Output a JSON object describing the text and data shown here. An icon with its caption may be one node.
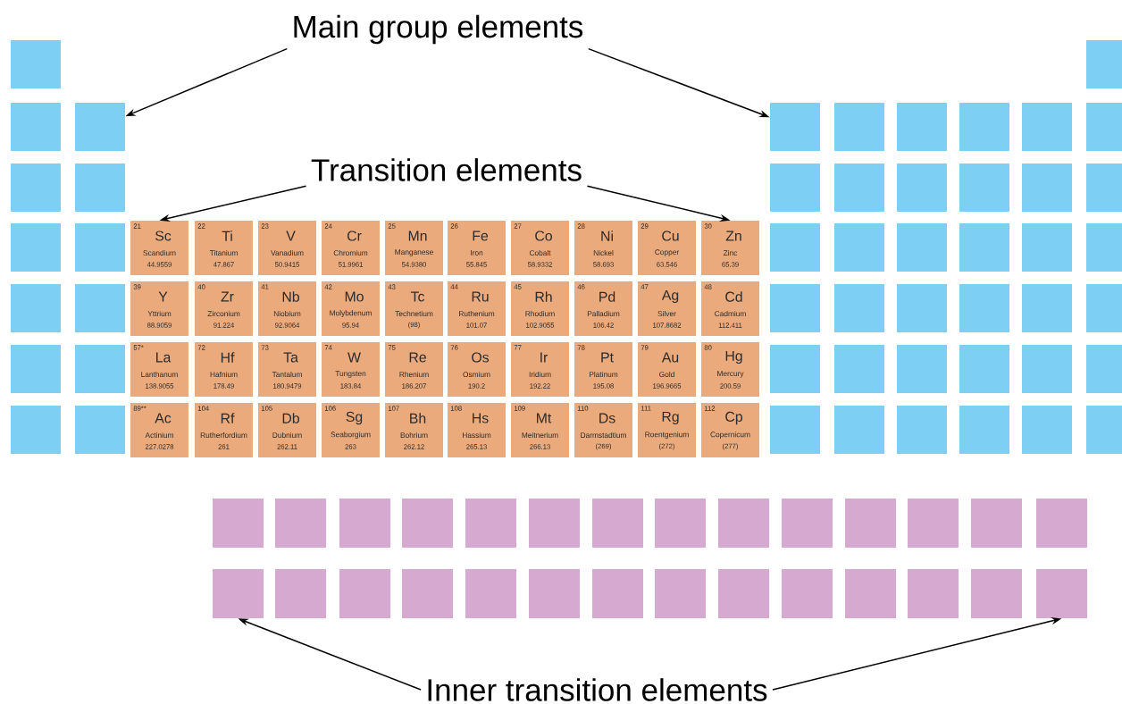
{
  "diagram": {
    "nodes": [
      {
        "text": [
          "Main group elements"
        ]
      },
      {
        "text": [
          "Transition elements"
        ]
      },
      {
        "text": [],
        "shape": "box"
      },
      {
        "text": [],
        "shape": "box"
      },
      {
        "text": [],
        "shape": "box"
      },
      {
        "text": [],
        "shape": "box"
      },
      {
        "text": [],
        "shape": "box"
      },
      {
        "text": [],
        "shape": "box"
      },
      {
        "text": [],
        "shape": "box"
      },
      {
        "text": [],
        "shape": "box"
      },
      {
        "text": [],
        "shape": "box"
      },
      {
        "text": [],
        "shape": "box"
      },
      {
        "text": [],
        "shape": "box"
      },
      {
        "text": [],
        "shape": "box"
      },
      {
        "text": [],
        "shape": "box"
      },
      {
        "text": [],
        "shape": "box"
      },
      {
        "text": [],
        "shape": "box"
      },
      {
        "text": [],
        "shape": "box"
      },
      {
        "text": [],
        "shape": "box"
      },
      {
        "text": [],
        "shape": "box"
      },
      {
        "text": [],
        "shape": "box"
      },
      {
        "text": [],
        "shape": "box"
      },
      {
        "text": [
          "21",
          "Sc",
          "Scandium",
          "44.9559"
        ]
      },
      {
        "text": [
          "22",
          "Ti",
          "Titanium",
          "47.867"
        ]
      },
      {
        "text": [
          "23",
          "V",
          "Vanadium",
          "50.9415"
        ]
      },
      {
        "text": [
          "24",
          "Cr",
          "Chromium",
          "51.9961"
        ]
      },
      {
        "text": [
          "25",
          "Mn",
          "Manganese",
          "54.9380"
        ]
      },
      {
        "text": [
          "26",
          "Fe",
          "Iron",
          "55.845"
        ]
      },
      {
        "text": [
          "27",
          "Co",
          "Cobalt",
          "58.9332"
        ]
      },
      {
        "text": [
          "28",
          "Ni",
          "Nickel",
          "58.693"
        ]
      },
      {
        "text": [
          "29",
          "Cu",
          "Copper",
          "63.546"
        ]
      },
      {
        "text": [
          "30",
          "Zn",
          "Zinc",
          "65.39"
        ]
      },
      {
        "text": [],
        "shape": "box"
      },
      {
        "text": [],
        "shape": "box"
      },
      {
        "text": [],
        "shape": "box"
      },
      {
        "text": [],
        "shape": "box"
      },
      {
        "text": [],
        "shape": "box"
      },
      {
        "text": [],
        "shape": "box"
      },
      {
        "text": [],
        "shape": "box"
      },
      {
        "text": [],
        "shape": "box"
      },
      {
        "text": [
          "39",
          "Y",
          "Yttrium",
          "88.9059"
        ]
      },
      {
        "text": [
          "40",
          "Zr",
          "Zirconium",
          "91.224"
        ]
      },
      {
        "text": [
          "41",
          "Nb",
          "Niobium",
          "92.9064"
        ]
      },
      {
        "text": [
          "42",
          "Mo",
          "Molybdenum",
          "95.94"
        ]
      },
      {
        "text": [
          "43",
          "Tc",
          "Technetium",
          "(98)"
        ]
      },
      {
        "text": [
          "44",
          "Ru",
          "Ruthenium",
          "101.07"
        ]
      },
      {
        "text": [
          "45",
          "Rh",
          "Rhodium",
          "102.9055"
        ]
      },
      {
        "text": [
          "46",
          "Pd",
          "Palladium",
          "106.42"
        ]
      },
      {
        "text": [
          "47",
          "Ag",
          "Silver",
          "107.8682"
        ]
      },
      {
        "text": [
          "48",
          "Cd",
          "Cadmium",
          "112.411"
        ]
      },
      {
        "text": [],
        "shape": "box"
      },
      {
        "text": [],
        "shape": "box"
      },
      {
        "text": [],
        "shape": "box"
      },
      {
        "text": [],
        "shape": "box"
      },
      {
        "text": [],
        "shape": "box"
      },
      {
        "text": [],
        "shape": "box"
      },
      {
        "text": [],
        "shape": "box"
      },
      {
        "text": [],
        "shape": "box"
      },
      {
        "text": [
          "57*",
          "La",
          "Lanthanum",
          "138.9055"
        ]
      },
      {
        "text": [
          "72",
          "Hf",
          "Hafnium",
          "178.49"
        ]
      },
      {
        "text": [
          "73",
          "Ta",
          "Tantalum",
          "180.9479"
        ]
      },
      {
        "text": [
          "74",
          "W",
          "Tungsten",
          "183.84"
        ]
      },
      {
        "text": [
          "75",
          "Re",
          "Rhenium",
          "186.207"
        ]
      },
      {
        "text": [
          "76",
          "Os",
          "Osmium",
          "190.2"
        ]
      },
      {
        "text": [
          "77",
          "Ir",
          "Iridium",
          "192.22"
        ]
      },
      {
        "text": [
          "78",
          "Pt",
          "Platinum",
          "195.08"
        ]
      },
      {
        "text": [
          "79",
          "Au",
          "Gold",
          "196.9665"
        ]
      },
      {
        "text": [
          "80",
          "Hg",
          "Mercury",
          "200.59"
        ]
      },
      {
        "text": [],
        "shape": "box"
      },
      {
        "text": [],
        "shape": "box"
      },
      {
        "text": [],
        "shape": "box"
      },
      {
        "text": [],
        "shape": "box"
      },
      {
        "text": [],
        "shape": "box"
      },
      {
        "text": [],
        "shape": "box"
      },
      {
        "text": [],
        "shape": "box"
      },
      {
        "text": [],
        "shape": "box"
      },
      {
        "text": [
          "89**",
          "Ac",
          "Actinium",
          "227.0278"
        ]
      },
      {
        "text": [
          "104",
          "Rf",
          "Rutherfordium",
          "261"
        ]
      },
      {
        "text": [
          "105",
          "Db",
          "Dubnium",
          "262.11"
        ]
      },
      {
        "text": [
          "106",
          "Sg",
          "Seaborgium",
          "263"
        ]
      },
      {
        "text": [
          "107",
          "Bh",
          "Bohrium",
          "262.12"
        ]
      },
      {
        "text": [
          "108",
          "Hs",
          "Hassium",
          "265.13"
        ]
      },
      {
        "text": [
          "109",
          "Mt",
          "Meitnerium",
          "266.13"
        ]
      },
      {
        "text": [
          "110",
          "Ds",
          "Darmstadtium",
          "(269)"
        ]
      },
      {
        "text": [
          "111",
          "Rg",
          "Roentgenium",
          "(272)"
        ]
      },
      {
        "text": [
          "112",
          "Cp",
          "Copernicum",
          "(277)"
        ]
      },
      {
        "text": [],
        "shape": "box"
      },
      {
        "text": [],
        "shape": "box"
      },
      {
        "text": [],
        "shape": "box"
      },
      {
        "text": [],
        "shape": "box"
      },
      {
        "text": [],
        "shape": "box"
      },
      {
        "text": [],
        "shape": "box"
      },
      {
        "text": [],
        "shape": "box"
      },
      {
        "text": [],
        "shape": "box"
      },
      {
        "text": [],
        "shape": "box"
      },
      {
        "text": [],
        "shape": "box"
      },
      {
        "text": [],
        "shape": "box"
      },
      {
        "text": [],
        "shape": "box"
      },
      {
        "text": [],
        "shape": "box"
      },
      {
        "text": [],
        "shape": "box"
      },
      {
        "text": [],
        "shape": "box"
      },
      {
        "text": [],
        "shape": "box"
      },
      {
        "text": [],
        "shape": "box"
      },
      {
        "text": [],
        "shape": "box"
      },
      {
        "text": [],
        "shape": "box"
      },
      {
        "text": [],
        "shape": "box"
      },
      {
        "text": [],
        "shape": "box"
      },
      {
        "text": [],
        "shape": "box"
      },
      {
        "text": [],
        "shape": "box"
      },
      {
        "text": [],
        "shape": "box"
      },
      {
        "text": [],
        "shape": "box"
      },
      {
        "text": [],
        "shape": "box"
      },
      {
        "text": [],
        "shape": "box"
      },
      {
        "text": [],
        "shape": "box"
      },
      {
        "text": [],
        "shape": "box"
      },
      {
        "text": [],
        "shape": "box"
      },
      {
        "text": [],
        "shape": "box"
      },
      {
        "text": [],
        "shape": "box"
      },
      {
        "text": [],
        "shape": "box"
      },
      {
        "text": [],
        "shape": "box"
      },
      {
        "text": [
          "Inner transition elements"
        ]
      }
    ],
    "edges": [
      {
        "from": 0,
        "to": 5,
        "arrow": "to"
      },
      {
        "from": 0,
        "to": 6,
        "arrow": "to"
      },
      {
        "from": 1,
        "to": 22,
        "arrow": "to"
      },
      {
        "from": 1,
        "to": 31,
        "arrow": "to"
      },
      {
        "from": 120,
        "to": 106,
        "arrow": "to"
      },
      {
        "from": 120,
        "to": 119,
        "arrow": "to"
      }
    ]
  }
}
